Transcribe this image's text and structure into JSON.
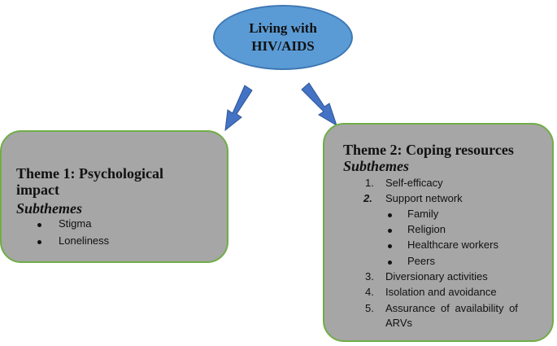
{
  "center": {
    "line1": "Living with",
    "line2": "HIV/AIDS",
    "fill": "#5b9bd5"
  },
  "theme1": {
    "title_line1": "Theme 1: Psychological",
    "title_line2": "impact",
    "subthemes_label": "Subthemes",
    "items": [
      "Stigma",
      "Loneliness"
    ]
  },
  "theme2": {
    "title": "Theme 2: Coping resources",
    "subthemes_label": "Subthemes",
    "items": [
      {
        "num": "1.",
        "label": "Self-efficacy"
      },
      {
        "num": "2.",
        "label": "Support network"
      },
      {
        "num": "3.",
        "label": "Diversionary activities"
      },
      {
        "num": "4.",
        "label": "Isolation and avoidance"
      },
      {
        "num": "5.",
        "label_line1": "Assurance of availability of",
        "label_line2": "ARVs"
      }
    ],
    "support_subitems": [
      "Family",
      "Religion",
      "Healthcare workers",
      "Peers"
    ]
  },
  "colors": {
    "box_fill": "#a6a6a6",
    "box_border": "#70ad47",
    "arrow": "#4472c4"
  }
}
